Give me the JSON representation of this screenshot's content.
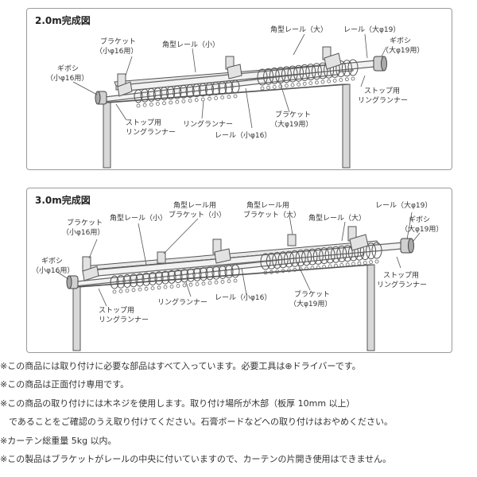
{
  "diagram1": {
    "title": "2.0m完成図",
    "labels": {
      "bracket_small": [
        "ブラケット",
        "（小φ16用）"
      ],
      "square_rail_small": "角型レール（小）",
      "square_rail_large": "角型レール（大）",
      "rail_large": "レール（大φ19）",
      "finial_large": [
        "ギボシ",
        "（大φ19用）"
      ],
      "finial_small": [
        "ギボシ",
        "（小φ16用）"
      ],
      "stop_ring_left": [
        "ストップ用",
        "リングランナー"
      ],
      "stop_ring_right": [
        "ストップ用",
        "リングランナー"
      ],
      "ring_runner": "リングランナー",
      "rail_small": "レール（小φ16）",
      "bracket_large": [
        "ブラケット",
        "（大φ19用）"
      ]
    }
  },
  "diagram2": {
    "title": "3.0m完成図",
    "labels": {
      "bracket_small": [
        "ブラケット",
        "（小φ16用）"
      ],
      "square_rail_small": "角型レール（小）",
      "square_rail_bracket_small": [
        "角型レール用",
        "ブラケット（小）"
      ],
      "square_rail_bracket_large": [
        "角型レール用",
        "ブラケット（大）"
      ],
      "square_rail_large": "角型レール（大）",
      "rail_large": "レール（大φ19）",
      "finial_large": [
        "ギボシ",
        "（大φ19用）"
      ],
      "finial_small": [
        "ギボシ",
        "（小φ16用）"
      ],
      "stop_ring_left": [
        "ストップ用",
        "リングランナー"
      ],
      "stop_ring_right": [
        "ストップ用",
        "リングランナー"
      ],
      "ring_runner": "リングランナー",
      "rail_small": "レール（小φ16）",
      "bracket_large": [
        "ブラケット",
        "（大φ19用）"
      ]
    }
  },
  "notes": [
    "※この商品には取り付けに必要な部品はすべて入っています。必要工具は⊕ドライバーです。",
    "※この商品は正面付け専用です。",
    "※この商品の取り付けには木ネジを使用します。取り付け場所が木部（板厚 10mm 以上）",
    "　であることをご確認のうえ取り付けてください。石膏ボードなどへの取り付けはおやめください。",
    "※カーテン総重量 5kg 以内。",
    "※この製品はブラケットがレールの中央に付いていますので、カーテンの片開き使用はできません。"
  ]
}
